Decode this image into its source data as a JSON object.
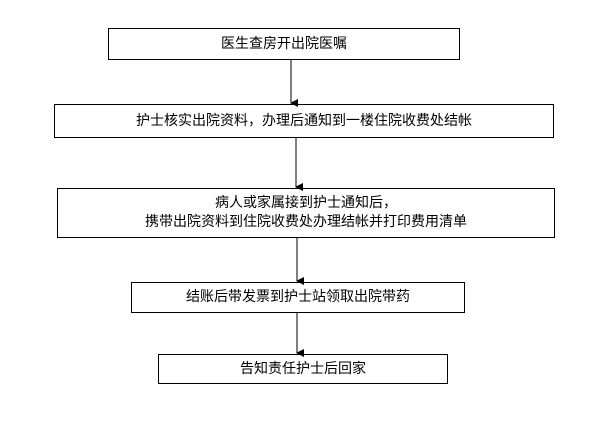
{
  "flowchart": {
    "steps": [
      {
        "lines": [
          "医生查房开出院医嘱"
        ]
      },
      {
        "lines": [
          "护士核实出院资料，办理后通知到一楼住院收费处结帐"
        ]
      },
      {
        "lines": [
          "病人或家属接到护士通知后，",
          "携带出院资料到住院收费处办理结帐并打印费用清单"
        ]
      },
      {
        "lines": [
          "结账后带发票到护士站领取出院带药"
        ]
      },
      {
        "lines": [
          "告知责任护士后回家"
        ]
      }
    ]
  },
  "style": {
    "line_color": "#000000",
    "box_fill": "#ffffff"
  }
}
